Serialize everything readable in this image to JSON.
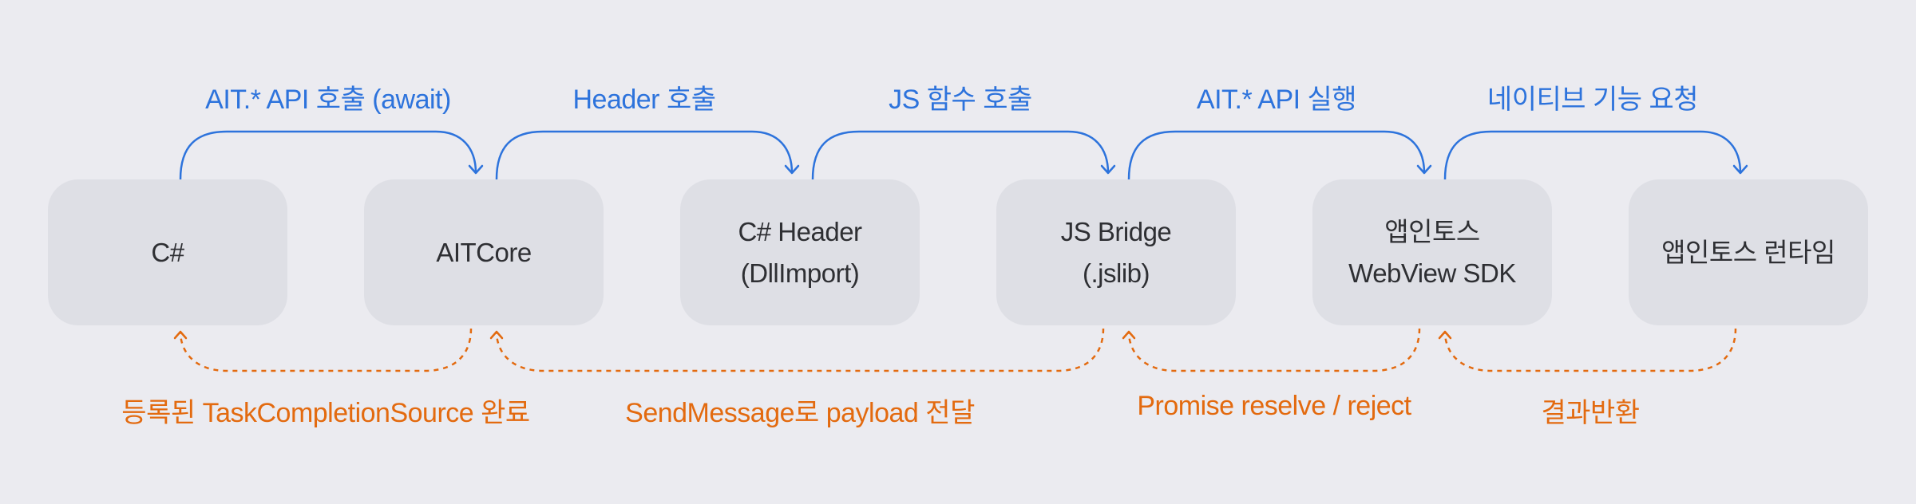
{
  "colors": {
    "background": "#EBEBF0",
    "node_fill": "#DEDFE5",
    "node_text": "#2E2F33",
    "call_arrow": "#2D73DC",
    "return_arrow": "#E36A0F"
  },
  "nodes": [
    {
      "id": "csharp",
      "lines": [
        "C#"
      ]
    },
    {
      "id": "aitcore",
      "lines": [
        "AITCore"
      ]
    },
    {
      "id": "csharp-header",
      "lines": [
        "C# Header",
        "(DllImport)"
      ]
    },
    {
      "id": "js-bridge",
      "lines": [
        "JS Bridge",
        "(.jslib)"
      ]
    },
    {
      "id": "appintoss-webview-sdk",
      "lines": [
        "앱인토스",
        "WebView SDK"
      ]
    },
    {
      "id": "appintoss-runtime",
      "lines": [
        "앱인토스 런타임"
      ]
    }
  ],
  "call_edges": [
    {
      "from": 0,
      "to": 1,
      "label": "AIT.* API 호출 (await)"
    },
    {
      "from": 1,
      "to": 2,
      "label": "Header 호출"
    },
    {
      "from": 2,
      "to": 3,
      "label": "JS 함수 호출"
    },
    {
      "from": 3,
      "to": 4,
      "label": "AIT.* API 실행"
    },
    {
      "from": 4,
      "to": 5,
      "label": "네이티브 기능 요청"
    }
  ],
  "return_edges": [
    {
      "from": 1,
      "to": 0,
      "label": "등록된 TaskCompletionSource 완료"
    },
    {
      "from": 3,
      "to": 1,
      "label": "SendMessage로 payload 전달"
    },
    {
      "from": 4,
      "to": 3,
      "label": "Promise reselve / reject"
    },
    {
      "from": 5,
      "to": 4,
      "label": "결과반환"
    }
  ]
}
